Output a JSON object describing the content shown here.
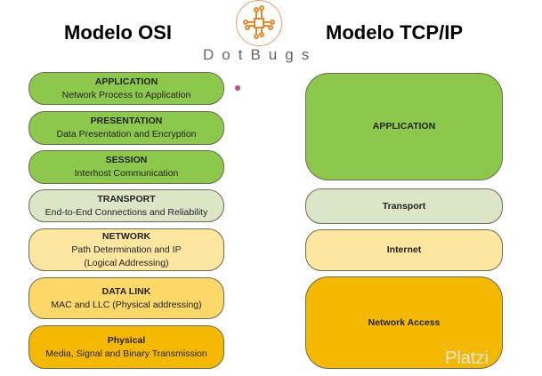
{
  "titles": {
    "osi": "Modelo OSI",
    "tcpip": "Modelo TCP/IP"
  },
  "brand": "DotBugs",
  "watermark": "Platzi",
  "osi": [
    {
      "name": "APPLICATION",
      "desc": "Network Process to Application"
    },
    {
      "name": "PRESENTATION",
      "desc": "Data Presentation and Encryption"
    },
    {
      "name": "SESSION",
      "desc": "Interhost Communication"
    },
    {
      "name": "TRANSPORT",
      "desc": "End-to-End Connections and Reliability"
    },
    {
      "name": "NETWORK",
      "desc": "Path Determination and IP (Logical Addressing)"
    },
    {
      "name": "DATA LINK",
      "desc": "MAC and LLC (Physical addressing)"
    },
    {
      "name": "Physical",
      "desc": "Media, Signal and Binary Transmission"
    }
  ],
  "tcpip": [
    {
      "name": "APPLICATION"
    },
    {
      "name": "Transport"
    },
    {
      "name": "Internet"
    },
    {
      "name": "Network Access"
    }
  ]
}
